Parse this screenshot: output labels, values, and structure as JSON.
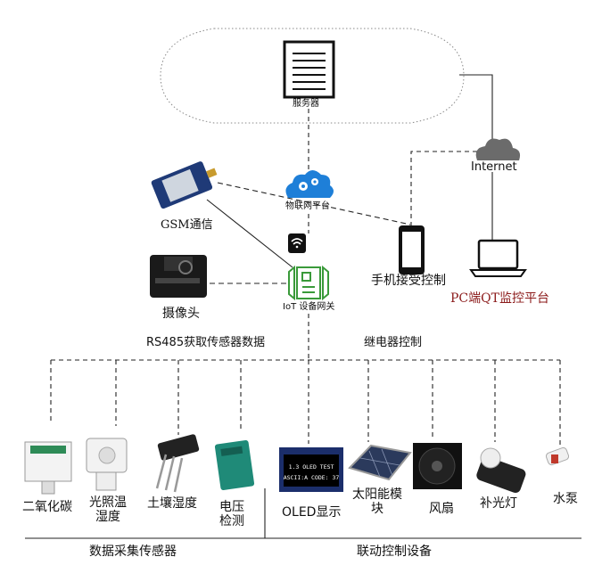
{
  "nodes": {
    "server": "服务器",
    "iot_platform": "物联网平台",
    "internet": "Internet",
    "gsm": "GSM通信",
    "camera": "摄像头",
    "gateway": "IoT 设备网关",
    "phone": "手机接受控制",
    "pc": "PC端QT监控平台"
  },
  "sections": {
    "rs485": "RS485获取传感器数据",
    "relay": "继电器控制",
    "sensors_group": "数据采集传感器",
    "actuators_group": "联动控制设备"
  },
  "sensors": [
    "二氧化碳",
    "光照温湿度",
    "土壤湿度",
    "电压检测"
  ],
  "actuators": [
    "OLED显示",
    "太阳能模块",
    "风扇",
    "补光灯",
    "水泵"
  ],
  "oled_screen": {
    "line1": "1.3 OLED TEST",
    "line2": "ASCII:A CODE: 37"
  },
  "colors": {
    "line": "#222222",
    "cloud_blue": "#1e7fd8",
    "gateway_green": "#3a9a3a",
    "pc_label": "#8b1a1a",
    "internet_gray": "#6b6b6b"
  }
}
